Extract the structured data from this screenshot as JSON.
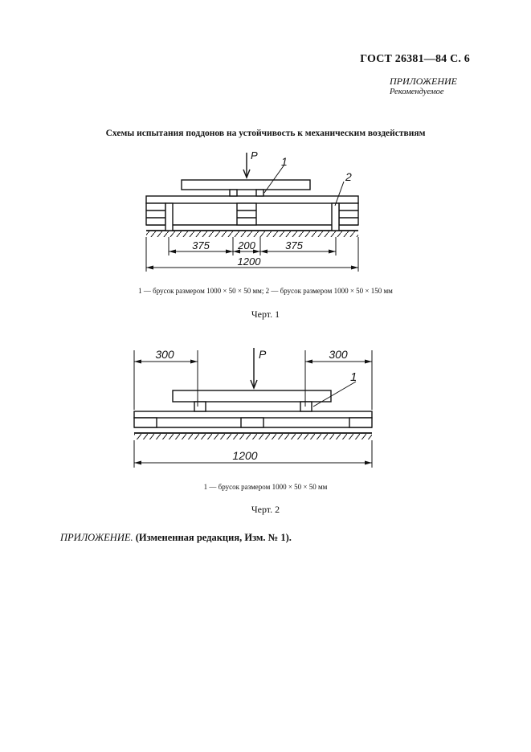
{
  "header": {
    "doc_id": "ГОСТ 26381—84 С. 6"
  },
  "appendix": {
    "label": "ПРИЛОЖЕНИЕ",
    "status": "Рекомендуемое"
  },
  "title": "Схемы испытания поддонов на устойчивость к механическим воздействиям",
  "figure1": {
    "load_label": "P",
    "callout_1": "1",
    "callout_2": "2",
    "dim_left": "375",
    "dim_center": "200",
    "dim_right": "375",
    "dim_total": "1200",
    "caption": "1 — брусок размером 1000 × 50 × 50 мм; 2 — брусок размером 1000 × 50 × 150 мм",
    "chert": "Черт. 1"
  },
  "figure2": {
    "load_label": "P",
    "callout_1": "1",
    "dim_left": "300",
    "dim_right": "300",
    "dim_total": "1200",
    "caption": "1 — брусок размером 1000 × 50 × 50 мм",
    "chert": "Черт. 2"
  },
  "footer": {
    "appendix": "ПРИЛОЖЕНИЕ.",
    "note": "(Измененная редакция, Изм. № 1)."
  }
}
